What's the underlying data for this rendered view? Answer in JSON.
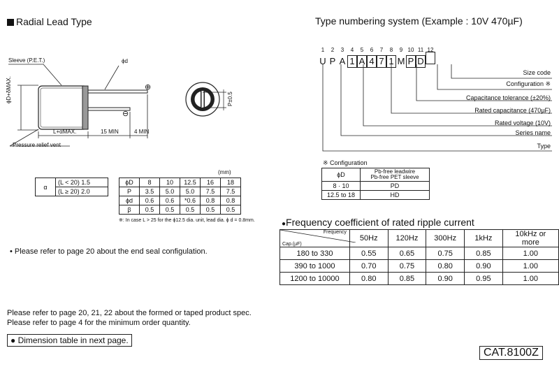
{
  "left": {
    "heading": "Radial Lead Type",
    "drawing": {
      "sleeve": "Sleeve (P.E.T.)",
      "phi_d": "ϕd",
      "diameter": "ϕD+δMAX.",
      "plus": "⊕",
      "minus": "⊖",
      "length": "L+αMAX.",
      "min15": "15 MIN",
      "min4": "4 MIN",
      "relief": "Pressure relief vent",
      "pitch": "P±0.5"
    },
    "alpha": {
      "symbol": "α",
      "rows": [
        [
          "(L < 20) 1.5"
        ],
        [
          "(L ≥ 20) 2.0"
        ]
      ]
    },
    "dim_table": {
      "unit": "(mm)",
      "header": [
        "ϕD",
        "8",
        "10",
        "12.5",
        "16",
        "18"
      ],
      "rows": [
        [
          "P",
          "3.5",
          "5.0",
          "5.0",
          "7.5",
          "7.5"
        ],
        [
          "ϕd",
          "0.6",
          "0.6",
          "*0.6",
          "0.8",
          "0.8"
        ],
        [
          "β",
          "0.5",
          "0.5",
          "0.5",
          "0.5",
          "0.5"
        ]
      ],
      "note": "※: In case L > 25 for the ϕ12.5 dia. unit, lead dia. ϕ d = 0.8mm."
    },
    "end_seal_note": "• Please refer to page 20 about the end seal configulation.",
    "formed_note": "Please refer to page 20, 21, 22 about the formed or taped product spec.",
    "order_note": "Please refer to page 4 for the minimum order quantity.",
    "dimension_button": "Dimension table in next page."
  },
  "right": {
    "heading": "Type numbering system  (Example : 10V  470µF)",
    "positions": [
      "1",
      "2",
      "3",
      "4",
      "5",
      "6",
      "7",
      "8",
      "9",
      "10",
      "11",
      "12"
    ],
    "chars": [
      "U",
      "P",
      "A",
      "1",
      "A",
      "4",
      "7",
      "1",
      "M",
      "P",
      "D",
      ""
    ],
    "boxed": [
      false,
      false,
      false,
      true,
      true,
      true,
      true,
      true,
      false,
      true,
      true,
      true
    ],
    "labels": [
      "Size code",
      "Configuration ※",
      "Capacitance  tolerance (±20%)",
      "Rated capacitance (470µF)",
      "Rated voltage (10V)",
      "Series name",
      "Type"
    ],
    "config": {
      "title": "※ Configuration",
      "header": [
        "ϕD",
        "Pb-free leadwire\nPb-free PET sleeve"
      ],
      "rows": [
        [
          "8 · 10",
          "PD"
        ],
        [
          "12.5 to 18",
          "HD"
        ]
      ]
    },
    "freq": {
      "title": "Frequency coefficient of rated ripple current",
      "corner_top": "Frequency",
      "corner_bottom": "Cap.(µF)",
      "header": [
        "50Hz",
        "120Hz",
        "300Hz",
        "1kHz",
        "10kHz or more"
      ],
      "rows": [
        [
          "180 to 330",
          "0.55",
          "0.65",
          "0.75",
          "0.85",
          "1.00"
        ],
        [
          "390 to 1000",
          "0.70",
          "0.75",
          "0.80",
          "0.90",
          "1.00"
        ],
        [
          "1200 to 10000",
          "0.80",
          "0.85",
          "0.90",
          "0.95",
          "1.00"
        ]
      ]
    },
    "catalog": "CAT.8100Z"
  }
}
